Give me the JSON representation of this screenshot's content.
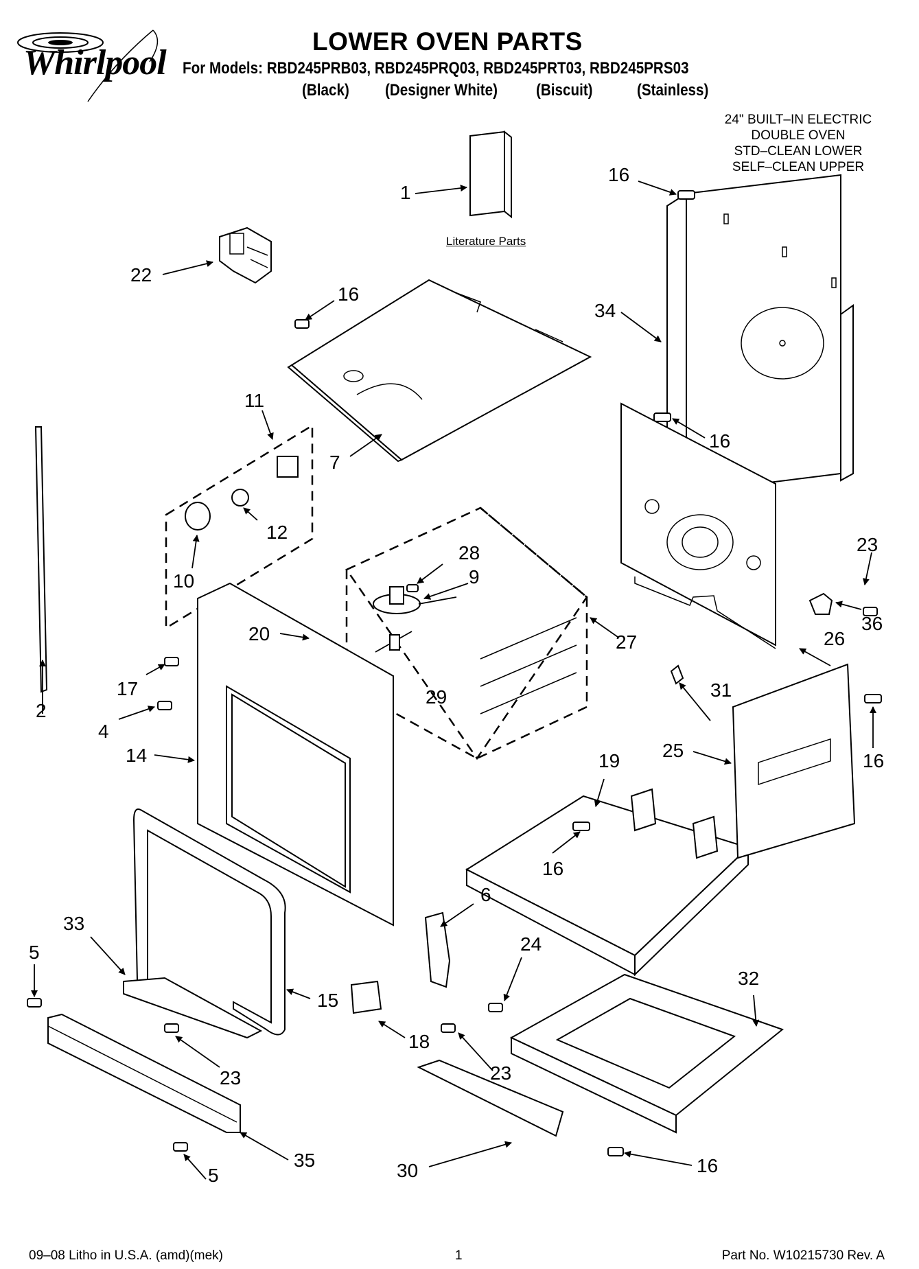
{
  "header": {
    "brand": "Whirlpool",
    "title": "LOWER OVEN PARTS",
    "models_line": "For Models: RBD245PRB03, RBD245PRQ03, RBD245PRT03, RBD245PRS03",
    "colors": [
      "(Black)",
      "(Designer White)",
      "(Biscuit)",
      "(Stainless)"
    ],
    "spec_lines": [
      "24\" BUILT–IN ELECTRIC",
      "DOUBLE OVEN",
      "STD–CLEAN LOWER",
      "SELF–CLEAN UPPER"
    ]
  },
  "literature_label": "Literature Parts",
  "callouts": {
    "c1": "1",
    "c2": "2",
    "c4": "4",
    "c5a": "5",
    "c5b": "5",
    "c6": "6",
    "c7": "7",
    "c9": "9",
    "c10": "10",
    "c11": "11",
    "c12": "12",
    "c14": "14",
    "c15": "15",
    "c16a": "16",
    "c16b": "16",
    "c16c": "16",
    "c16d": "16",
    "c16e": "16",
    "c16f": "16",
    "c17": "17",
    "c18": "18",
    "c19": "19",
    "c20": "20",
    "c22": "22",
    "c23a": "23",
    "c23b": "23",
    "c23c": "23",
    "c24": "24",
    "c25": "25",
    "c26": "26",
    "c27": "27",
    "c28": "28",
    "c29": "29",
    "c30": "30",
    "c31": "31",
    "c32": "32",
    "c33": "33",
    "c34": "34",
    "c35": "35",
    "c36": "36"
  },
  "footer": {
    "left": "09–08 Litho in U.S.A. (amd)(mek)",
    "page": "1",
    "part_no": "Part No. W10215730 Rev. A"
  }
}
